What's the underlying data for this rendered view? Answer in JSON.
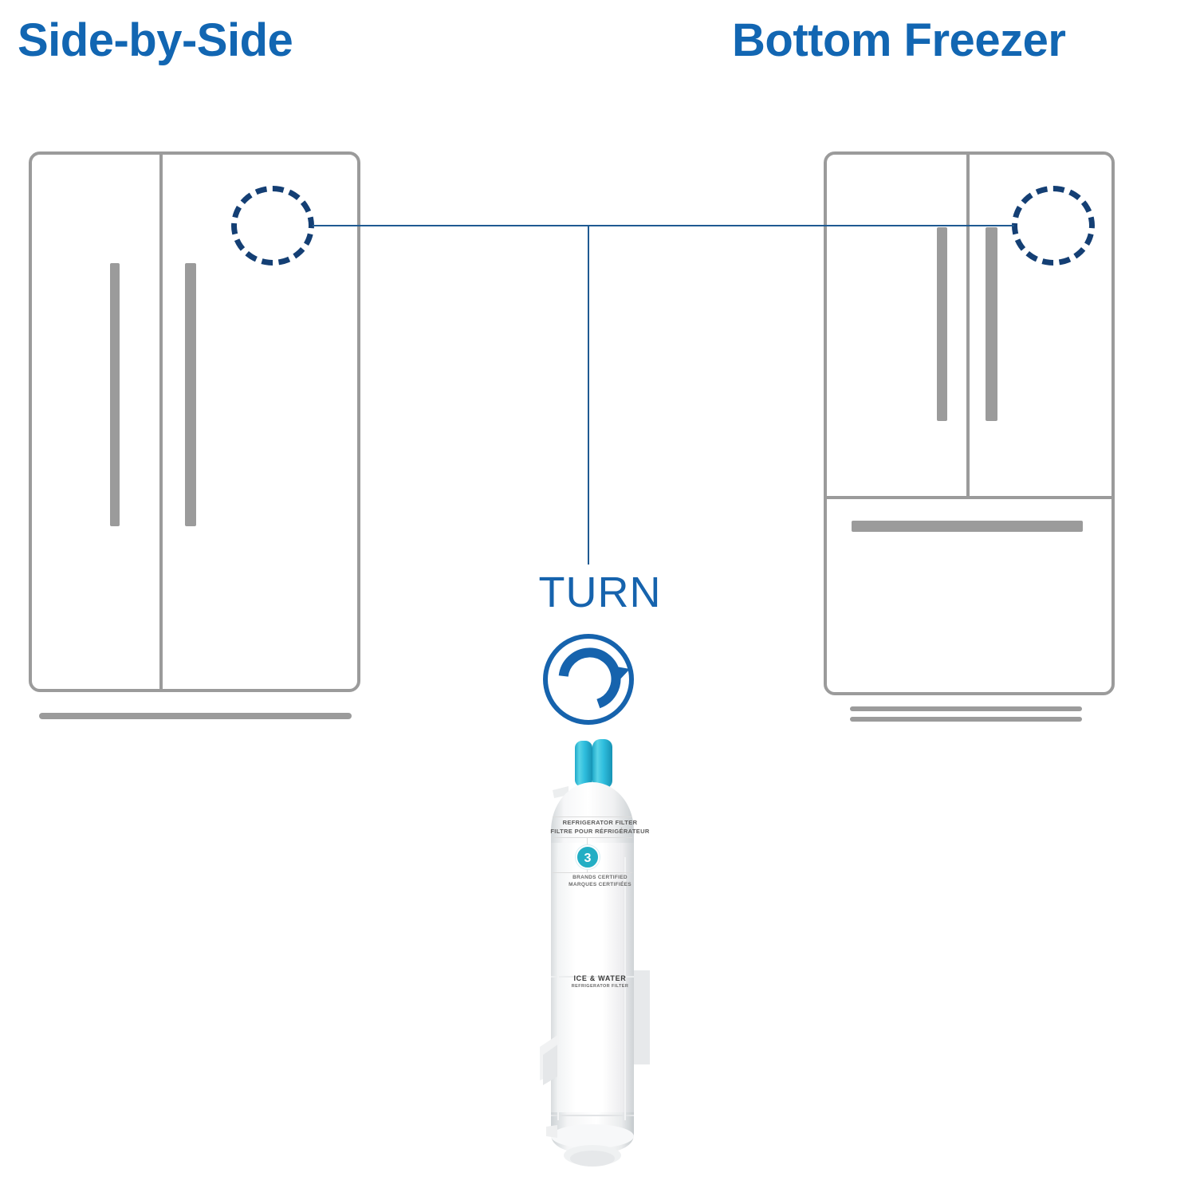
{
  "diagram": {
    "title_left": "Side-by-Side",
    "title_right": "Bottom Freezer",
    "action_label": "TURN",
    "accent_blue": "#1266b2",
    "dash_circle_color": "#143f74",
    "leader_line_color": "#1f5a92",
    "outline_gray": "#9b9b9b",
    "filter_cap_teal": "#2fb9d4"
  },
  "fridge_left": {
    "type": "side-by-side",
    "door_count": 2,
    "handle_count": 2,
    "base_bar_count": 1,
    "target_marker": "dashed-circle"
  },
  "fridge_right": {
    "type": "bottom-freezer",
    "door_count": 2,
    "drawer_count": 1,
    "handle_count": 2,
    "drawer_handle_count": 1,
    "base_bar_count": 2,
    "target_marker": "dashed-circle"
  },
  "filter": {
    "label_line1": "REFRIGERATOR FILTER",
    "label_line2": "FILTRE POUR RÉFRIGÉRATEUR",
    "badge_number": "3",
    "certified_line1": "BRANDS CERTIFIED",
    "certified_line2": "MARQUES CERTIFIÉES",
    "bottom_label": "ICE & WATER",
    "bottom_sublabel": "REFRIGERATOR FILTER"
  }
}
